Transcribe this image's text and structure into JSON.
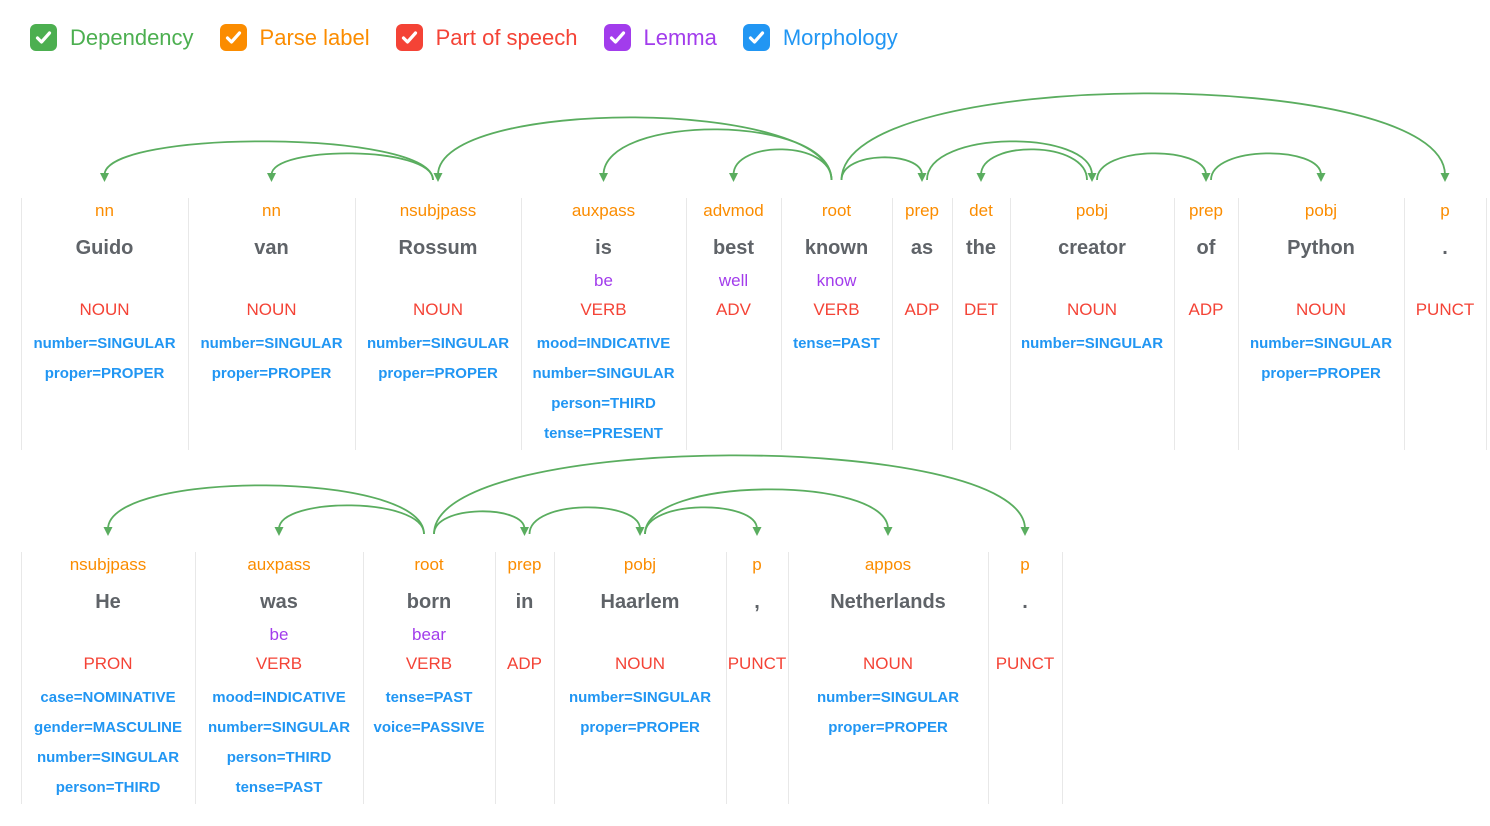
{
  "colors": {
    "dependency": "#4CAF50",
    "arc": "#5aad5f",
    "parse_label": "#FB8C00",
    "part_of_speech": "#F44336",
    "lemma": "#A23CEC",
    "morphology": "#2196F3",
    "word": "#5f6368",
    "divider": "#e8e8e8"
  },
  "toggles": {
    "items": [
      {
        "label": "Dependency",
        "color": "#4CAF50",
        "checked": true
      },
      {
        "label": "Parse label",
        "color": "#FB8C00",
        "checked": true
      },
      {
        "label": "Part of speech",
        "color": "#F44336",
        "checked": true
      },
      {
        "label": "Lemma",
        "color": "#A23CEC",
        "checked": true
      },
      {
        "label": "Morphology",
        "color": "#2196F3",
        "checked": true
      }
    ]
  },
  "sentences": [
    {
      "text": "Guido van Rossum is best known as the creator of Python.",
      "bounds": [
        21,
        188,
        355,
        521,
        686,
        781,
        892,
        952,
        1010,
        1174,
        1238,
        1404,
        1486
      ],
      "tokens": [
        {
          "label": "nn",
          "word": "Guido",
          "lemma": "",
          "pos": "NOUN",
          "morph": [
            "number=SINGULAR",
            "proper=PROPER"
          ]
        },
        {
          "label": "nn",
          "word": "van",
          "lemma": "",
          "pos": "NOUN",
          "morph": [
            "number=SINGULAR",
            "proper=PROPER"
          ]
        },
        {
          "label": "nsubjpass",
          "word": "Rossum",
          "lemma": "",
          "pos": "NOUN",
          "morph": [
            "number=SINGULAR",
            "proper=PROPER"
          ]
        },
        {
          "label": "auxpass",
          "word": "is",
          "lemma": "be",
          "pos": "VERB",
          "morph": [
            "mood=INDICATIVE",
            "number=SINGULAR",
            "person=THIRD",
            "tense=PRESENT"
          ]
        },
        {
          "label": "advmod",
          "word": "best",
          "lemma": "well",
          "pos": "ADV",
          "morph": []
        },
        {
          "label": "root",
          "word": "known",
          "lemma": "know",
          "pos": "VERB",
          "morph": [
            "tense=PAST"
          ]
        },
        {
          "label": "prep",
          "word": "as",
          "lemma": "",
          "pos": "ADP",
          "morph": []
        },
        {
          "label": "det",
          "word": "the",
          "lemma": "",
          "pos": "DET",
          "morph": []
        },
        {
          "label": "pobj",
          "word": "creator",
          "lemma": "",
          "pos": "NOUN",
          "morph": [
            "number=SINGULAR"
          ]
        },
        {
          "label": "prep",
          "word": "of",
          "lemma": "",
          "pos": "ADP",
          "morph": []
        },
        {
          "label": "pobj",
          "word": "Python",
          "lemma": "",
          "pos": "NOUN",
          "morph": [
            "number=SINGULAR",
            "proper=PROPER"
          ]
        },
        {
          "label": "p",
          "word": ".",
          "lemma": "",
          "pos": "PUNCT",
          "morph": []
        }
      ],
      "arcs": [
        {
          "head": 2,
          "dep": 0,
          "height": 38
        },
        {
          "head": 2,
          "dep": 1,
          "height": 26
        },
        {
          "head": 5,
          "dep": 2,
          "height": 62
        },
        {
          "head": 5,
          "dep": 3,
          "height": 50
        },
        {
          "head": 5,
          "dep": 4,
          "height": 30
        },
        {
          "head": 5,
          "dep": 6,
          "height": 22
        },
        {
          "head": 6,
          "dep": 8,
          "height": 38
        },
        {
          "head": 8,
          "dep": 7,
          "height": 30
        },
        {
          "head": 8,
          "dep": 9,
          "height": 26
        },
        {
          "head": 9,
          "dep": 10,
          "height": 26
        },
        {
          "head": 5,
          "dep": 11,
          "height": 86
        }
      ]
    },
    {
      "text": "He was born in Haarlem, Netherlands.",
      "bounds": [
        21,
        195,
        363,
        495,
        554,
        726,
        788,
        988,
        1062
      ],
      "tokens": [
        {
          "label": "nsubjpass",
          "word": "He",
          "lemma": "",
          "pos": "PRON",
          "morph": [
            "case=NOMINATIVE",
            "gender=MASCULINE",
            "number=SINGULAR",
            "person=THIRD"
          ]
        },
        {
          "label": "auxpass",
          "word": "was",
          "lemma": "be",
          "pos": "VERB",
          "morph": [
            "mood=INDICATIVE",
            "number=SINGULAR",
            "person=THIRD",
            "tense=PAST"
          ]
        },
        {
          "label": "root",
          "word": "born",
          "lemma": "bear",
          "pos": "VERB",
          "morph": [
            "tense=PAST",
            "voice=PASSIVE"
          ]
        },
        {
          "label": "prep",
          "word": "in",
          "lemma": "",
          "pos": "ADP",
          "morph": []
        },
        {
          "label": "pobj",
          "word": "Haarlem",
          "lemma": "",
          "pos": "NOUN",
          "morph": [
            "number=SINGULAR",
            "proper=PROPER"
          ]
        },
        {
          "label": "p",
          "word": ",",
          "lemma": "",
          "pos": "PUNCT",
          "morph": []
        },
        {
          "label": "appos",
          "word": "Netherlands",
          "lemma": "",
          "pos": "NOUN",
          "morph": [
            "number=SINGULAR",
            "proper=PROPER"
          ]
        },
        {
          "label": "p",
          "word": ".",
          "lemma": "",
          "pos": "PUNCT",
          "morph": []
        }
      ],
      "arcs": [
        {
          "head": 2,
          "dep": 0,
          "height": 48
        },
        {
          "head": 2,
          "dep": 1,
          "height": 28
        },
        {
          "head": 2,
          "dep": 3,
          "height": 22
        },
        {
          "head": 3,
          "dep": 4,
          "height": 26
        },
        {
          "head": 4,
          "dep": 5,
          "height": 26
        },
        {
          "head": 4,
          "dep": 6,
          "height": 44
        },
        {
          "head": 2,
          "dep": 7,
          "height": 78
        }
      ]
    }
  ]
}
